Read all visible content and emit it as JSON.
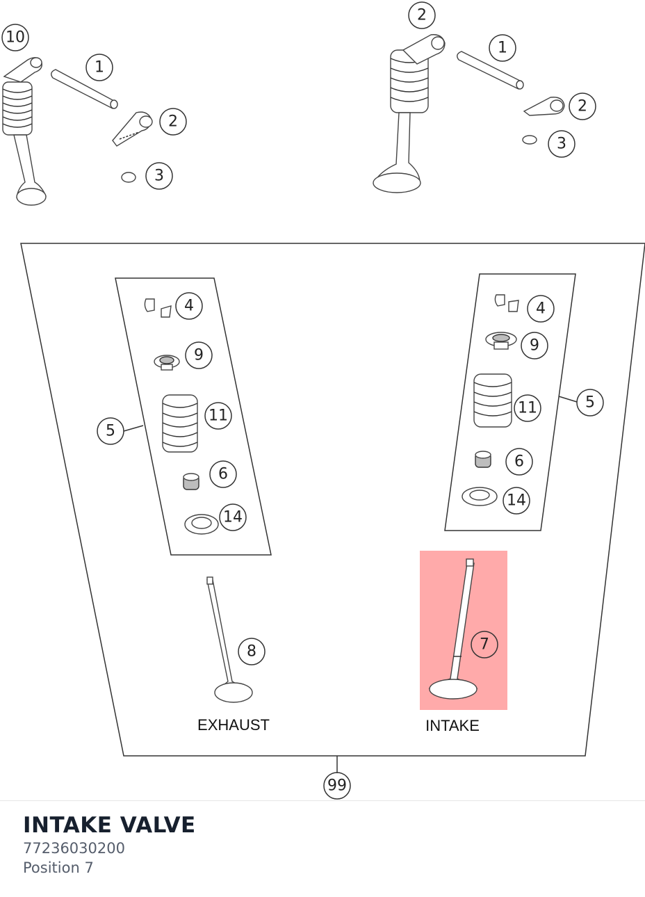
{
  "diagram": {
    "callouts": {
      "c10": "10",
      "c1a": "1",
      "c2a": "2",
      "c3a": "3",
      "c2top": "2",
      "c1b": "1",
      "c2b": "2",
      "c3b": "3",
      "c4l": "4",
      "c9l": "9",
      "c11l": "11",
      "c5l": "5",
      "c6l": "6",
      "c14l": "14",
      "c4r": "4",
      "c9r": "9",
      "c11r": "11",
      "c5r": "5",
      "c6r": "6",
      "c14r": "14",
      "c8": "8",
      "c7": "7",
      "c99": "99"
    },
    "labels": {
      "exhaust": "EXHAUST",
      "intake": "INTAKE"
    },
    "highlight_color": "#ffaaaa"
  },
  "part": {
    "title": "INTAKE VALVE",
    "number": "77236030200",
    "position": "Position 7"
  }
}
